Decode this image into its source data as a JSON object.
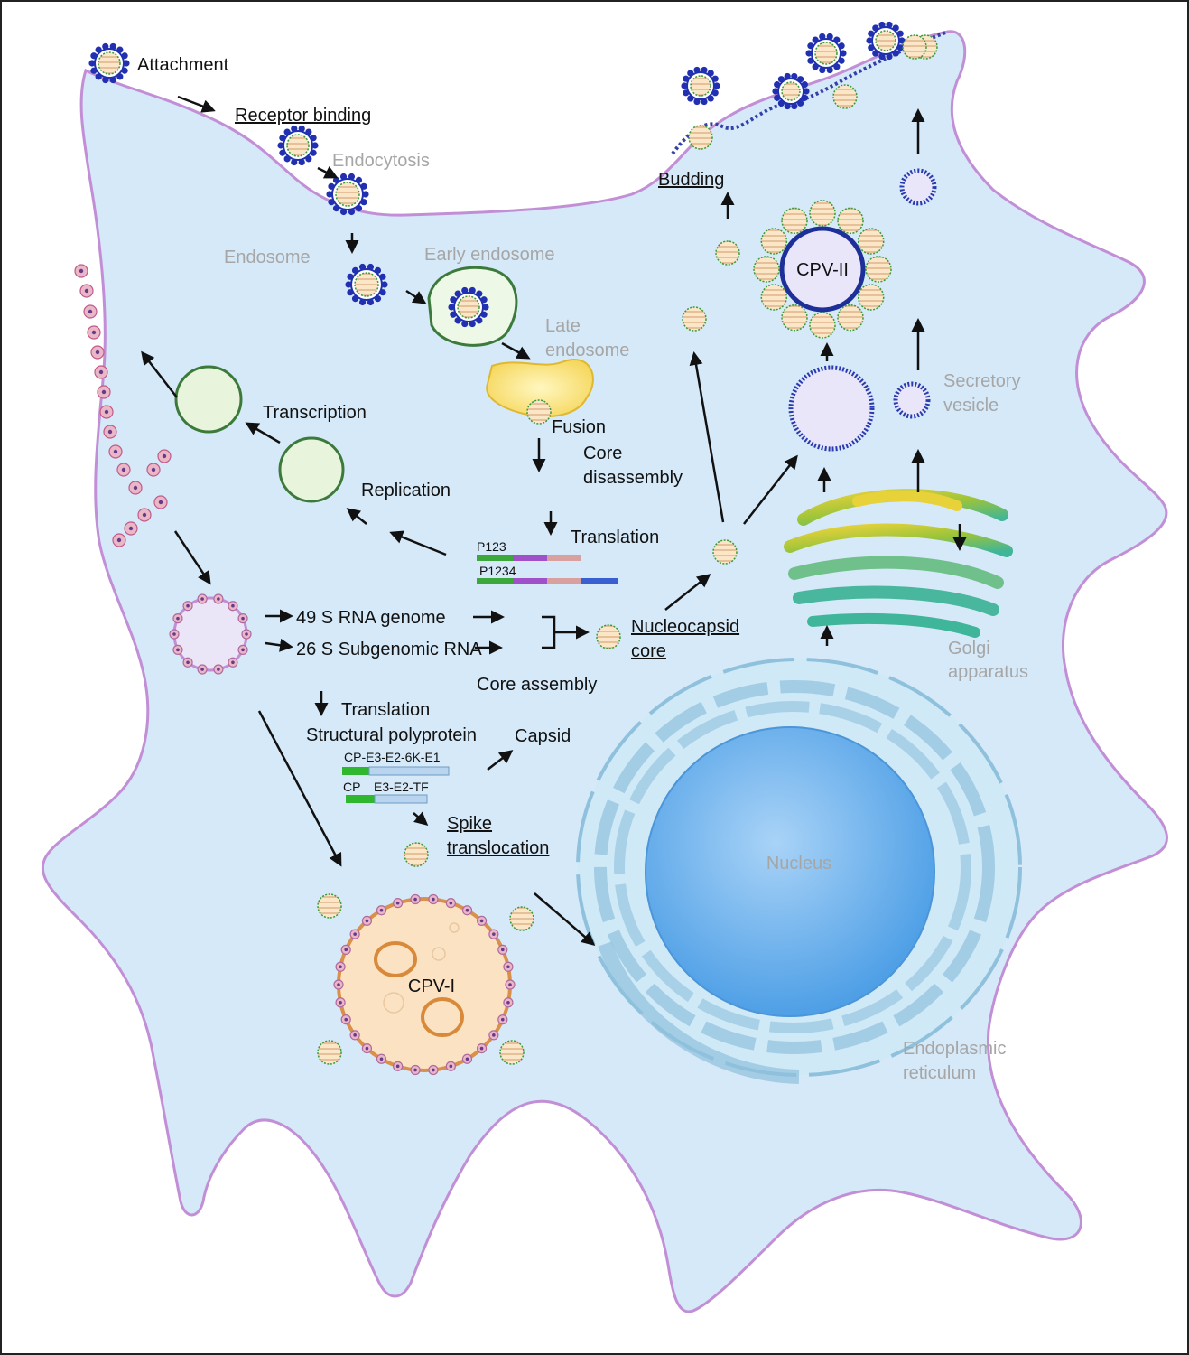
{
  "colors": {
    "cell_fill": "#d6e9f8",
    "cell_stroke": "#c28fd6",
    "nucleus": "#6fb3ee",
    "er": "#cfe9f7",
    "cpv1": "#fbe2c2",
    "arrow": "#111111",
    "label_grey": "#a6a6a6"
  },
  "labels": {
    "attachment": "Attachment",
    "receptor_binding": "Receptor binding",
    "endocytosis": "Endocytosis",
    "endosome": "Endosome",
    "early_endosome": "Early endosome",
    "late_endosome_1": "Late",
    "late_endosome_2": "endosome",
    "fusion": "Fusion",
    "core_disassembly_1": "Core",
    "core_disassembly_2": "disassembly",
    "translation_top": "Translation",
    "p123": "P123",
    "p1234": "P1234",
    "transcription": "Transcription",
    "replication": "Replication",
    "rna_49s": "49 S RNA genome",
    "rna_26s": "26 S Subgenomic RNA",
    "nucleocapsid_1": "Nucleocapsid",
    "nucleocapsid_2": "core",
    "core_assembly": "Core assembly",
    "translation_mid": "Translation",
    "structural_polyprotein": "Structural polyprotein",
    "capsid": "Capsid",
    "poly_a": "CP-E3-E2-6K-E1",
    "poly_b_cp": "CP",
    "poly_b_rest": "E3-E2-TF",
    "spike_1": "Spike",
    "spike_2": "translocation",
    "nucleus": "Nucleus",
    "cpv1": "CPV-I",
    "cpv2": "CPV-II",
    "budding": "Budding",
    "secretory_1": "Secretory",
    "secretory_2": "vesicle",
    "golgi_1": "Golgi",
    "golgi_2": "apparatus",
    "er_1": "Endoplasmic",
    "er_2": "reticulum"
  }
}
